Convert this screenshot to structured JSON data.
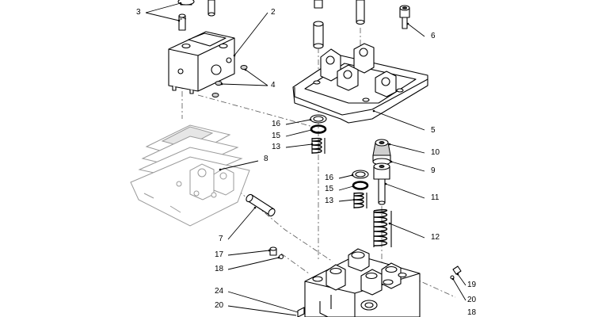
{
  "callouts": {
    "c3": "3",
    "c2": "2",
    "c4": "4",
    "c6": "6",
    "c5": "5",
    "c16a": "16",
    "c15a": "15",
    "c13a": "13",
    "c8": "8",
    "c10": "10",
    "c9": "9",
    "c16b": "16",
    "c15b": "15",
    "c13b": "13",
    "c11": "11",
    "c7": "7",
    "c12": "12",
    "c17": "17",
    "c18a": "18",
    "c19": "19",
    "c20a": "20",
    "c24": "24",
    "c20b": "20",
    "c18b": "18"
  }
}
